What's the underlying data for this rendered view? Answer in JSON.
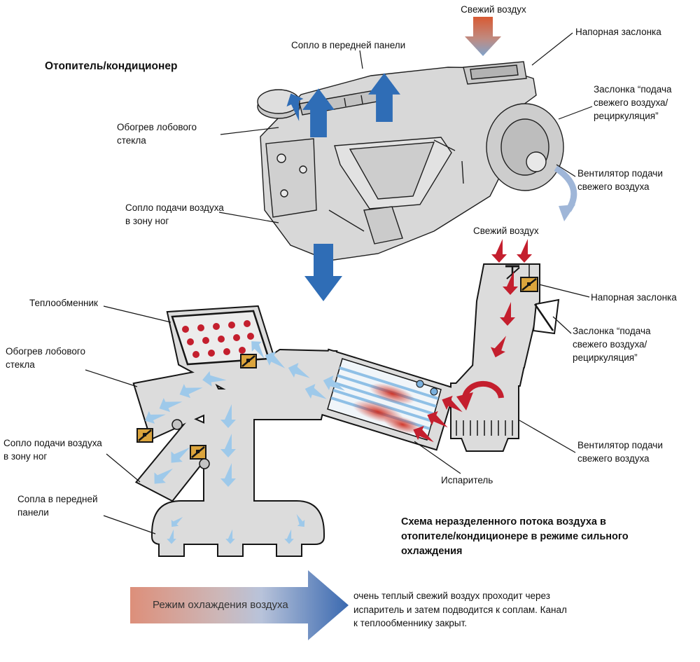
{
  "title": "Отопитель/кондиционер",
  "top_diagram": {
    "labels": {
      "fresh_air": "Свежий воздух",
      "pressure_damper": "Напорная заслонка",
      "front_panel_nozzle": "Сопло в передней панели",
      "windshield_heating": "Обогрев лобового стекла",
      "recirculation_damper": "Заслонка “подача свежего воздуха/ рециркуляция”",
      "fan": "Вентилятор подачи свежего воздуха",
      "foot_nozzle": "Сопло подачи воздуха в зону ног"
    }
  },
  "bottom_diagram": {
    "labels": {
      "fresh_air": "Свежий воздух",
      "pressure_damper": "Напорная заслонка",
      "recirculation_damper": "Заслонка “подача свежего воздуха/ рециркуляция”",
      "heat_exchanger": "Теплообменник",
      "windshield_heating": "Обогрев лобового стекла",
      "foot_nozzle": "Сопло подачи воздуха в зону ног",
      "front_panel_nozzles": "Сопла в передней панели",
      "evaporator": "Испаритель",
      "fan": "Вентилятор подачи свежего воздуха"
    },
    "caption": "Схема неразделенного потока воздуха в отопителе/кондиционере в режиме сильного охлаждения"
  },
  "footer": {
    "mode_label": "Режим охлаждения воздуха",
    "description": "очень теплый свежий воздух проходит через испаритель и затем подводится к соплам. Канал к теплообменнику закрыт."
  },
  "colors": {
    "hot_red": "#c41f2e",
    "cold_light_blue": "#9ec9ea",
    "deep_blue": "#2f6db6",
    "duct_gray": "#dcdcdc",
    "damper_orange": "#dba43c"
  }
}
